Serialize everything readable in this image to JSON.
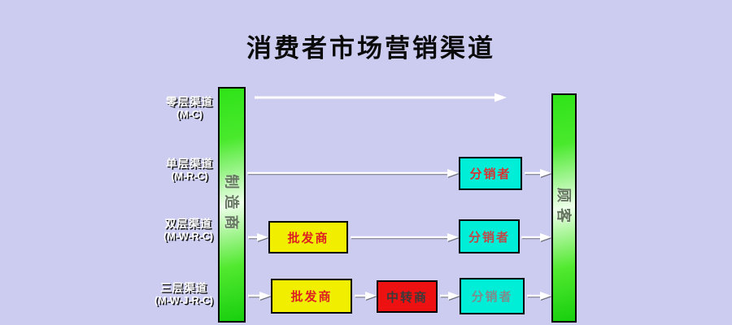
{
  "title": "消费者市场营销渠道",
  "colors": {
    "background": "#cbccf0",
    "bar_green": "#2fe318",
    "bar_green_light": "#edffe9",
    "bar_text_gray": "#64745f",
    "box_cyan": "#00eed8",
    "box_yellow": "#f2ee00",
    "box_red": "#ee1111",
    "box_text_red": "#dd2222",
    "box_text_gray": "#7d8c8c",
    "box_text_dark": "#3a3a3a",
    "arrow": "#ffffff",
    "label_text": "#ffffff",
    "title_text": "#0a0a0a"
  },
  "bars": {
    "manufacturer": {
      "label": "制造商"
    },
    "customer": {
      "label": "顾客"
    }
  },
  "rows": [
    {
      "name": "零层渠道",
      "code": "(M-C)",
      "boxes": []
    },
    {
      "name": "单层渠道",
      "code": "(M-R-C)",
      "boxes": [
        {
          "label": "分销者",
          "fill": "#00eed8",
          "text": "#d93434"
        }
      ]
    },
    {
      "name": "双层渠道",
      "code": "(M-W-R-C)",
      "boxes": [
        {
          "label": "批发商",
          "fill": "#f2ee00",
          "text": "#dd2222"
        },
        {
          "label": "分销者",
          "fill": "#00eed8",
          "text": "#c04848"
        }
      ]
    },
    {
      "name": "三层渠道",
      "code": "(M-W-J-R-C)",
      "boxes": [
        {
          "label": "批发商",
          "fill": "#f2ee00",
          "text": "#dd2222"
        },
        {
          "label": "中转商",
          "fill": "#ee1111",
          "text": "#3a3a3a"
        },
        {
          "label": "分销者",
          "fill": "#00eed8",
          "text": "#7d8c8c"
        }
      ]
    }
  ]
}
